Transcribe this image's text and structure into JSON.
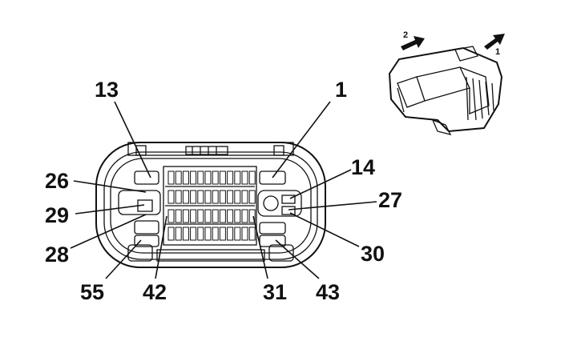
{
  "pin_labels": {
    "p13": "13",
    "p1": "1",
    "p26": "26",
    "p14": "14",
    "p29": "29",
    "p27": "27",
    "p28": "28",
    "p30": "30",
    "p55": "55",
    "p42": "42",
    "p31": "31",
    "p43": "43"
  },
  "arrows": {
    "a1": "1",
    "a2": "2"
  },
  "colors": {
    "ink": "#111111",
    "background": "#ffffff"
  }
}
